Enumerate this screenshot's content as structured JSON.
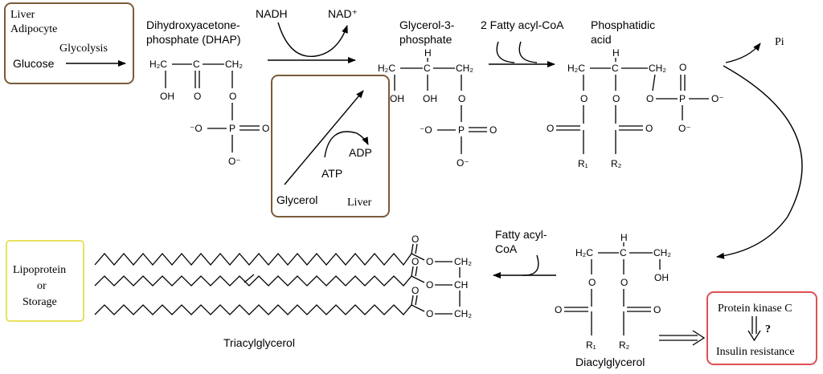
{
  "colors": {
    "box_brown": "#7b5a3a",
    "box_yellow": "#e8e060",
    "box_red": "#e05050",
    "ink": "#000000"
  },
  "box_liver_adipocyte": {
    "line1": "Liver",
    "line2": "Adipocyte",
    "process": "Glycolysis",
    "substrate": "Glucose"
  },
  "dhap": {
    "name_line1": "Dihydroxyacetone-",
    "name_line2": "phosphate (DHAP)",
    "c1": "H₂C",
    "c2": "C",
    "c3": "CH₂",
    "oh": "OH",
    "o_carbonyl": "O",
    "o_ester": "O",
    "p": "P",
    "o_minus_left": "⁻O",
    "o_minus_bottom": "O⁻",
    "o_double": "O"
  },
  "step1": {
    "cofactor_in": "NADH",
    "cofactor_out": "NAD⁺"
  },
  "box_glycerol": {
    "substrate": "Glycerol",
    "tissue": "Liver",
    "cofactor_in": "ATP",
    "cofactor_out": "ADP"
  },
  "g3p": {
    "name_line1": "Glycerol-3-",
    "name_line2": "phosphate",
    "c1": "H₂C",
    "h": "H",
    "c2": "C",
    "c3": "CH₂",
    "oh1": "OH",
    "oh2": "OH",
    "o_ester": "O",
    "p": "P",
    "o_minus_left": "⁻O",
    "o_minus_bottom": "O⁻",
    "o_double": "O"
  },
  "step2": {
    "reagent": "2 Fatty acyl-CoA"
  },
  "pa": {
    "name_line1": "Phosphatidic",
    "name_line2": "acid",
    "c1": "H₂C",
    "h": "H",
    "c2": "C",
    "c3": "CH₂",
    "o1": "O",
    "o2": "O",
    "o3": "O",
    "p": "P",
    "o_minus_right": "O⁻",
    "o_minus_bottom": "O⁻",
    "o_double": "O",
    "o_carbonyl1": "O",
    "o_carbonyl2": "O",
    "r1": "R₁",
    "r2": "R₂"
  },
  "step3": {
    "product": "Pi"
  },
  "dag": {
    "name": "Diacylglycerol",
    "c1": "H₂C",
    "h": "H",
    "c2": "C",
    "c3": "CH₂",
    "o1": "O",
    "o2": "O",
    "oh": "OH",
    "o_carbonyl1": "O",
    "o_carbonyl2": "O",
    "r1": "R₁",
    "r2": "R₂"
  },
  "step4": {
    "reagent_line1": "Fatty acyl-",
    "reagent_line2": "CoA"
  },
  "tag": {
    "name": "Triacylglycerol",
    "o_top": "O",
    "o_mid": "O",
    "o_bot": "O",
    "ester_top": "O",
    "ester_mid": "O",
    "ester_bot": "O",
    "c1": "CH₂",
    "c2": "CH",
    "c3": "CH₂"
  },
  "box_lipoprotein": {
    "line1": "Lipoprotein",
    "line2": "or",
    "line3": "Storage"
  },
  "box_pkc": {
    "line1": "Protein kinase C",
    "question": "?",
    "line2": "Insulin resistance"
  }
}
